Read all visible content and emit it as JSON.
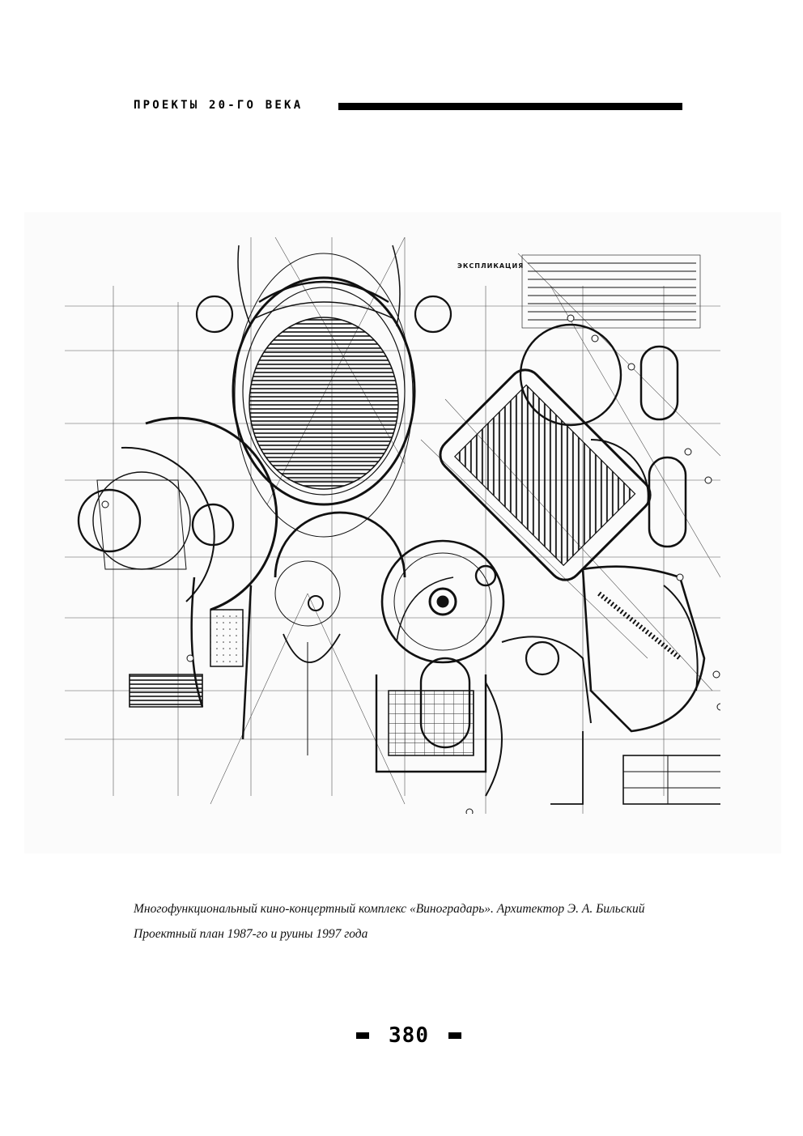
{
  "header": {
    "title": "ПРОЕКТЫ 20-ГО ВЕКА"
  },
  "figure": {
    "legend_title": "ЭКСПЛИКАЦИЯ",
    "colors": {
      "ink": "#111111",
      "paper": "#ffffff",
      "plate": "#fbfbfb"
    }
  },
  "caption": {
    "line1": "Многофункциональный кино-концертный комплекс «Виноградарь». Архитектор Э. А. Бильский",
    "line2": "Проектный план 1987-го и руины 1997 года"
  },
  "page_number": "380"
}
